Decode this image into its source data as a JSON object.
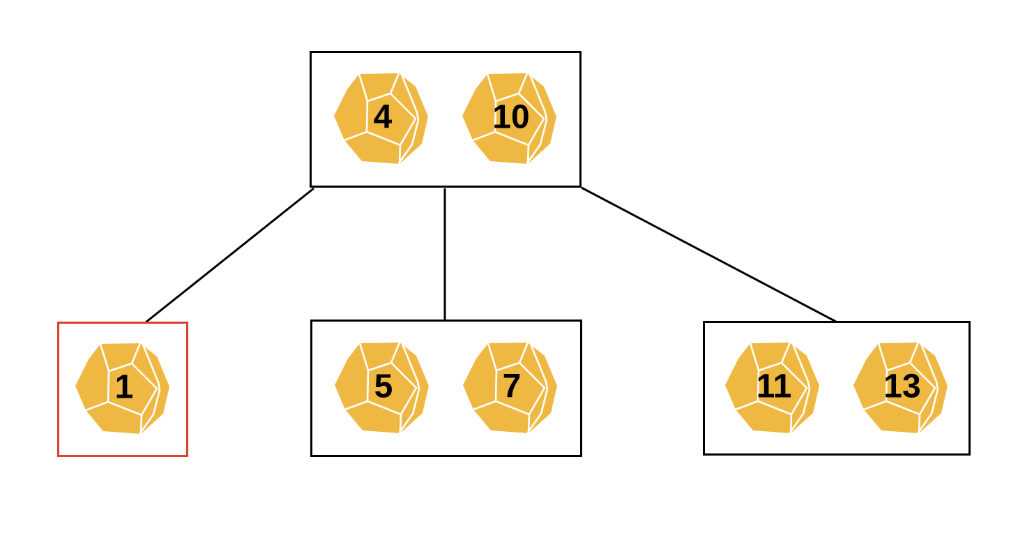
{
  "diagram": {
    "type": "tree",
    "description": "Three-level 2-3 tree node diagram; keys drawn on dodecahedron (d12 die) tokens; left child node outlined in red",
    "root": {
      "id": "root",
      "keys": [
        "4",
        "10"
      ],
      "highlighted": false
    },
    "children": [
      {
        "id": "child-left",
        "keys": [
          "1"
        ],
        "highlighted": true
      },
      {
        "id": "child-middle",
        "keys": [
          "5",
          "7"
        ],
        "highlighted": false
      },
      {
        "id": "child-right",
        "keys": [
          "11",
          "13"
        ],
        "highlighted": false
      }
    ],
    "edges": [
      {
        "from": "root",
        "to": "child-left"
      },
      {
        "from": "root",
        "to": "child-middle"
      },
      {
        "from": "root",
        "to": "child-right"
      }
    ]
  },
  "icons": {
    "key_token": "dodecahedron-die-icon"
  },
  "colors": {
    "dieFill": "#EEB843",
    "dieLine": "#FFFFFF",
    "boxBorder": "#000000",
    "highlightBorder": "#D9412C",
    "edge": "#000000",
    "keyText": "#000000",
    "bg": "#FFFFFF"
  }
}
